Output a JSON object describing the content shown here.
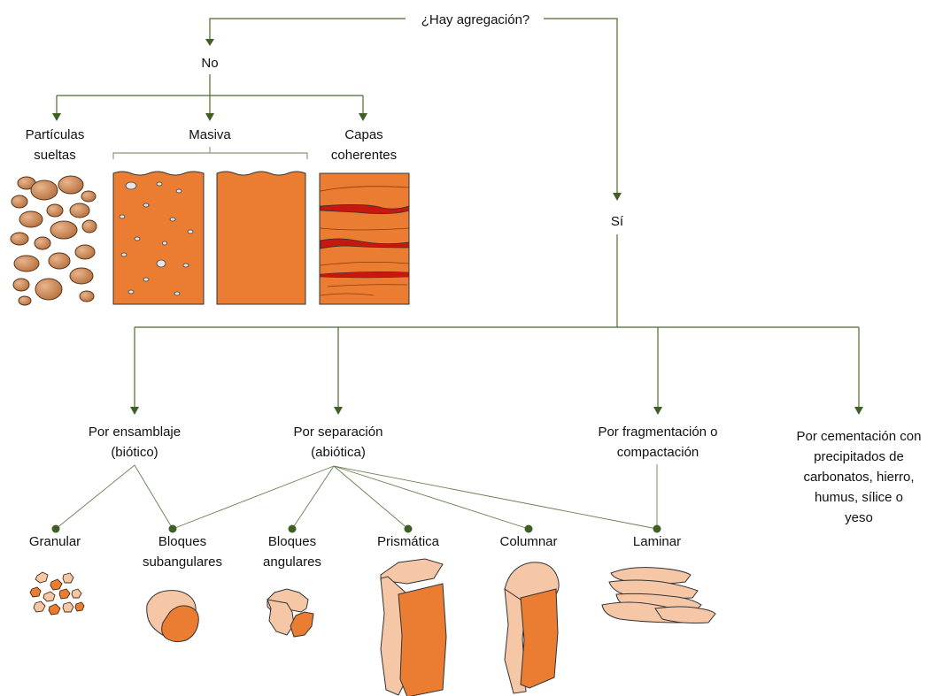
{
  "root": {
    "question": "¿Hay agregación?"
  },
  "no_branch": {
    "label": "No",
    "children": {
      "loose": [
        "Partículas",
        "sueltas"
      ],
      "massive": "Masiva",
      "coherent": [
        "Capas",
        "coherentes"
      ]
    }
  },
  "yes_branch": {
    "label": "Sí",
    "children": {
      "assembly": [
        "Por ensamblaje",
        "(biótico)"
      ],
      "separation": [
        "Por separación",
        "(abiótica)"
      ],
      "fragmentation": [
        "Por fragmentación o",
        "compactación"
      ],
      "cementation": [
        "Por cementación con",
        "precipitados de",
        "carbonatos, hierro,",
        "humus, sílice o",
        "yeso"
      ]
    }
  },
  "structures": {
    "granular": [
      "Granular"
    ],
    "subangular": [
      "Bloques",
      "subangulares"
    ],
    "angular": [
      "Bloques",
      "angulares"
    ],
    "prismatic": [
      "Prismática"
    ],
    "columnar": [
      "Columnar"
    ],
    "laminar": [
      "Laminar"
    ]
  },
  "colors": {
    "line": "#4a6a2a",
    "soil_orange": "#ea7d32",
    "soil_light": "#f6c7a6",
    "pebble": "#c98656",
    "band_red": "#c8170f"
  },
  "icons": [
    "loose-particles-icon",
    "massive-with-pebbles-icon",
    "massive-plain-icon",
    "coherent-layers-icon",
    "granular-icon",
    "subangular-block-icon",
    "angular-block-icon",
    "prismatic-icon",
    "columnar-icon",
    "laminar-icon"
  ]
}
